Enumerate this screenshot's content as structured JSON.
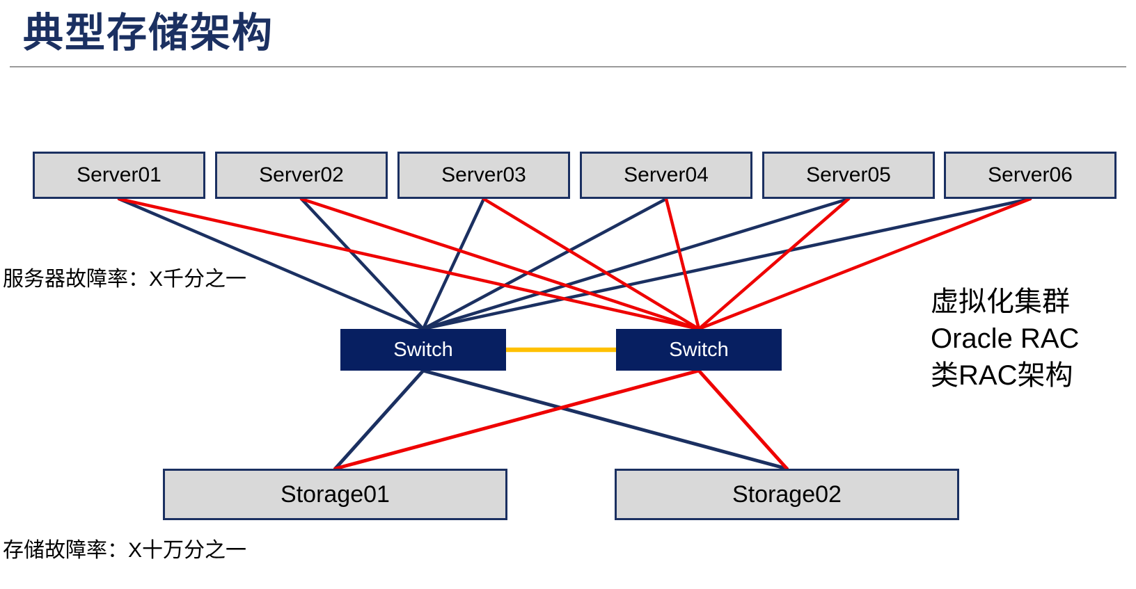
{
  "title": "典型存储架构",
  "labels": {
    "server_failure_rate": "服务器故障率：X千分之一",
    "storage_failure_rate": "存储故障率：X十万分之一"
  },
  "side_note": {
    "line1": "虚拟化集群",
    "line2": "Oracle RAC",
    "line3": "类RAC架构"
  },
  "nodes": {
    "servers": [
      {
        "id": "server01",
        "label": "Server01"
      },
      {
        "id": "server02",
        "label": "Server02"
      },
      {
        "id": "server03",
        "label": "Server03"
      },
      {
        "id": "server04",
        "label": "Server04"
      },
      {
        "id": "server05",
        "label": "Server05"
      },
      {
        "id": "server06",
        "label": "Server06"
      }
    ],
    "switches": [
      {
        "id": "switch-left",
        "label": "Switch"
      },
      {
        "id": "switch-right",
        "label": "Switch"
      }
    ],
    "storages": [
      {
        "id": "storage01",
        "label": "Storage01"
      },
      {
        "id": "storage02",
        "label": "Storage02"
      }
    ]
  },
  "colors": {
    "navy": "#1b3061",
    "red": "#ee0000",
    "yellow": "#ffc000",
    "box_fill": "#d9d9d9",
    "switch_fill": "#071f61",
    "title": "#1b3061"
  },
  "edges": [
    {
      "from": "server01",
      "to": "switch-left",
      "from_anchor": "bottom",
      "to_anchor": "top",
      "color": "navy",
      "w": 4.5
    },
    {
      "from": "server02",
      "to": "switch-left",
      "from_anchor": "bottom",
      "to_anchor": "top",
      "color": "navy",
      "w": 4.5
    },
    {
      "from": "server03",
      "to": "switch-left",
      "from_anchor": "bottom",
      "to_anchor": "top",
      "color": "navy",
      "w": 4.5
    },
    {
      "from": "server04",
      "to": "switch-left",
      "from_anchor": "bottom",
      "to_anchor": "top",
      "color": "navy",
      "w": 4.5
    },
    {
      "from": "server05",
      "to": "switch-left",
      "from_anchor": "bottom",
      "to_anchor": "top",
      "color": "navy",
      "w": 4.5
    },
    {
      "from": "server06",
      "to": "switch-left",
      "from_anchor": "bottom",
      "to_anchor": "top",
      "color": "navy",
      "w": 4.5
    },
    {
      "from": "server01",
      "to": "switch-right",
      "from_anchor": "bottom",
      "to_anchor": "top",
      "color": "red",
      "w": 4.5
    },
    {
      "from": "server02",
      "to": "switch-right",
      "from_anchor": "bottom",
      "to_anchor": "top",
      "color": "red",
      "w": 4.5
    },
    {
      "from": "server03",
      "to": "switch-right",
      "from_anchor": "bottom",
      "to_anchor": "top",
      "color": "red",
      "w": 4.5
    },
    {
      "from": "server04",
      "to": "switch-right",
      "from_anchor": "bottom",
      "to_anchor": "top",
      "color": "red",
      "w": 4.5
    },
    {
      "from": "server05",
      "to": "switch-right",
      "from_anchor": "bottom",
      "to_anchor": "top",
      "color": "red",
      "w": 4.5
    },
    {
      "from": "server06",
      "to": "switch-right",
      "from_anchor": "bottom",
      "to_anchor": "top",
      "color": "red",
      "w": 4.5
    },
    {
      "from": "switch-left",
      "to": "storage01",
      "from_anchor": "bottom",
      "to_anchor": "top",
      "color": "navy",
      "w": 5
    },
    {
      "from": "switch-left",
      "to": "storage02",
      "from_anchor": "bottom",
      "to_anchor": "top",
      "color": "navy",
      "w": 5
    },
    {
      "from": "switch-right",
      "to": "storage01",
      "from_anchor": "bottom",
      "to_anchor": "top",
      "color": "red",
      "w": 5
    },
    {
      "from": "switch-right",
      "to": "storage02",
      "from_anchor": "bottom",
      "to_anchor": "top",
      "color": "red",
      "w": 5
    },
    {
      "from": "switch-left",
      "to": "switch-right",
      "from_anchor": "right",
      "to_anchor": "left",
      "color": "yellow",
      "w": 6.5
    }
  ]
}
